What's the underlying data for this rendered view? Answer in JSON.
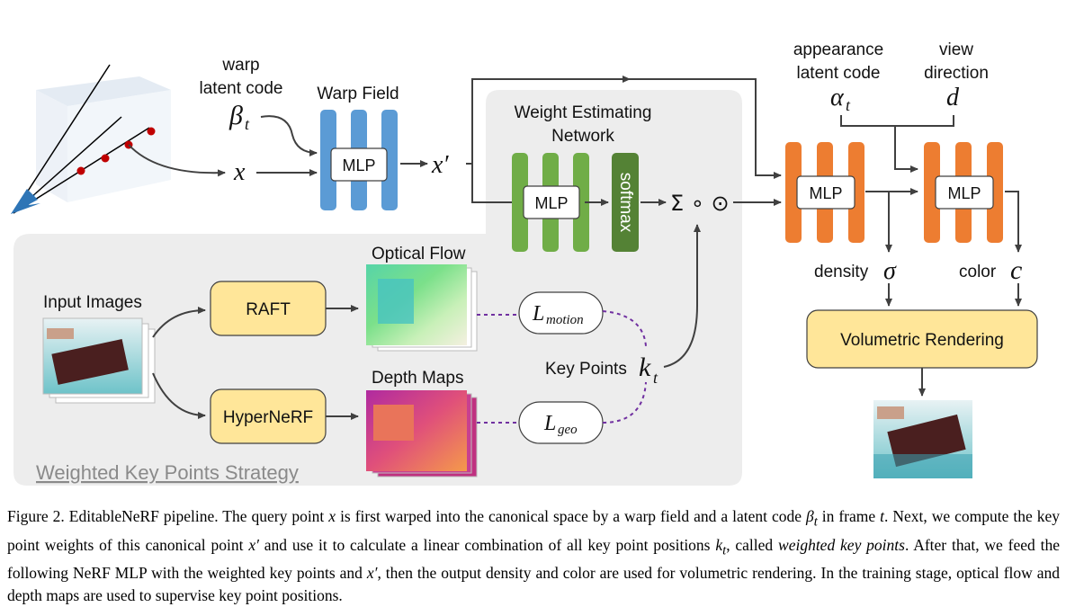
{
  "labels": {
    "warp_latent_line1": "warp",
    "warp_latent_line2": "latent code",
    "warp_field": "Warp Field",
    "mlp": "MLP",
    "weight_net_line1": "Weight Estimating",
    "weight_net_line2": "Network",
    "softmax": "softmax",
    "appearance_line1": "appearance",
    "appearance_line2": "latent code",
    "view_line1": "view",
    "view_line2": "direction",
    "density": "density",
    "color": "color",
    "volumetric_rendering": "Volumetric Rendering",
    "input_images": "Input Images",
    "raft": "RAFT",
    "hypernerf": "HyperNeRF",
    "optical_flow": "Optical Flow",
    "depth_maps": "Depth Maps",
    "key_points": "Key Points",
    "strategy": "Weighted Key Points Strategy"
  },
  "symbols": {
    "beta": "β",
    "beta_sub": "t",
    "x": "x",
    "x_prime": "x′",
    "sigma_op": "Σ ∘ ⊙",
    "alpha": "α",
    "alpha_sub": "t",
    "d": "d",
    "sigma": "σ",
    "c": "c",
    "k": "k",
    "k_sub": "t",
    "l_motion_base": "L",
    "l_motion_sub": "motion",
    "l_geo_base": "L",
    "l_geo_sub": "geo"
  },
  "caption": {
    "p1": "Figure 2. EditableNeRF pipeline. The query point ",
    "x1": "x",
    "p2": " is first warped into the canonical space by a warp field and a latent code ",
    "beta": "β",
    "beta_sub": "t",
    "p3": " in frame ",
    "t1": "t",
    "p4": ". Next, we compute the key point weights of this canonical point ",
    "xprime": "x′",
    "p5": " and use it to calculate a linear combination of all key point positions ",
    "k": "k",
    "k_sub": "t",
    "p6": ", called ",
    "em": "weighted key points",
    "p7": ". After that, we feed the following NeRF MLP with the weighted key points and ",
    "xprime2": "x′",
    "p8": ", then the output density and color are used for volumetric rendering. In the training stage, optical flow and depth maps are used to supervise key point positions."
  },
  "colors": {
    "warp_mlp": "#5B9BD5",
    "weight_mlp": "#70AD47",
    "softmax": "#548235",
    "nerf_mlp": "#ED7D31",
    "stage_box": "#FFE699",
    "panel_bg": "#EDEDED",
    "dots": "#C00000",
    "dashed": "#7030A0"
  }
}
